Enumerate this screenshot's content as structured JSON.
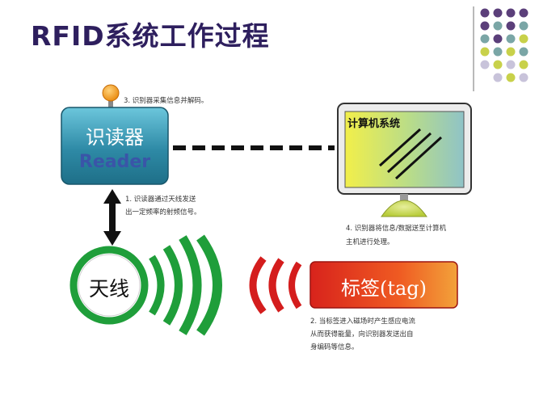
{
  "slide": {
    "title": "RFID系统工作过程"
  },
  "colors": {
    "title": "#2e1f5e",
    "dot_purple": "#5b3f7a",
    "dot_teal": "#7aa6a6",
    "dot_yellow": "#c8d14a",
    "dot_lavender": "#c8c3da",
    "reader_box": "#2e8aa6",
    "tag_box": "#e23a1e",
    "wave_green": "#1f9e3a",
    "wave_red": "#d41d1d",
    "antenna_ring": "#1f9e3a"
  },
  "reader": {
    "title_cn": "识读器",
    "title_en": "Reader"
  },
  "computer": {
    "label": "计算机系统"
  },
  "antenna": {
    "label": "天线"
  },
  "tag": {
    "label": "标签(tag)"
  },
  "steps": {
    "step3": "3. 识别器采集信息并解码。",
    "step1_line1": "1. 识读器通过天线发送",
    "step1_line2": "出一定频率的射频信号。",
    "step4_line1": "4. 识别器将信息/数据送至计算机",
    "step4_line2": "主机进行处理。",
    "step2_line1": "2. 当标签进入磁场时产生感应电流",
    "step2_line2": "从而获得能量，向识别器发送出自",
    "step2_line3": "身编码等信息。"
  }
}
